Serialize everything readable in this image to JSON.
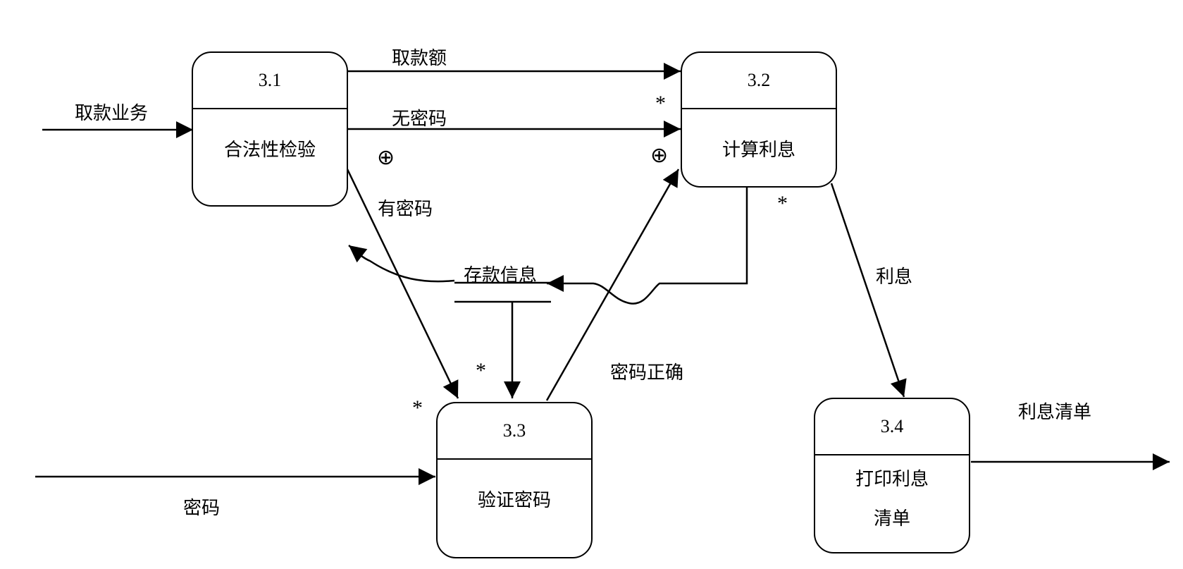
{
  "processes": [
    {
      "id": "3.1",
      "name": [
        "合法性检验"
      ]
    },
    {
      "id": "3.2",
      "name": [
        "计算利息"
      ]
    },
    {
      "id": "3.3",
      "name": [
        "验证密码"
      ]
    },
    {
      "id": "3.4",
      "name": [
        "打印利息",
        "清单"
      ]
    }
  ],
  "data_store": {
    "name": "存款信息"
  },
  "flows": {
    "withdraw_business": "取款业务",
    "withdraw_amount": "取款额",
    "no_password": "无密码",
    "has_password": "有密码",
    "password_correct": "密码正确",
    "password": "密码",
    "interest": "利息",
    "interest_list": "利息清单"
  },
  "symbols": {
    "star": "*",
    "xor": "⊕"
  }
}
